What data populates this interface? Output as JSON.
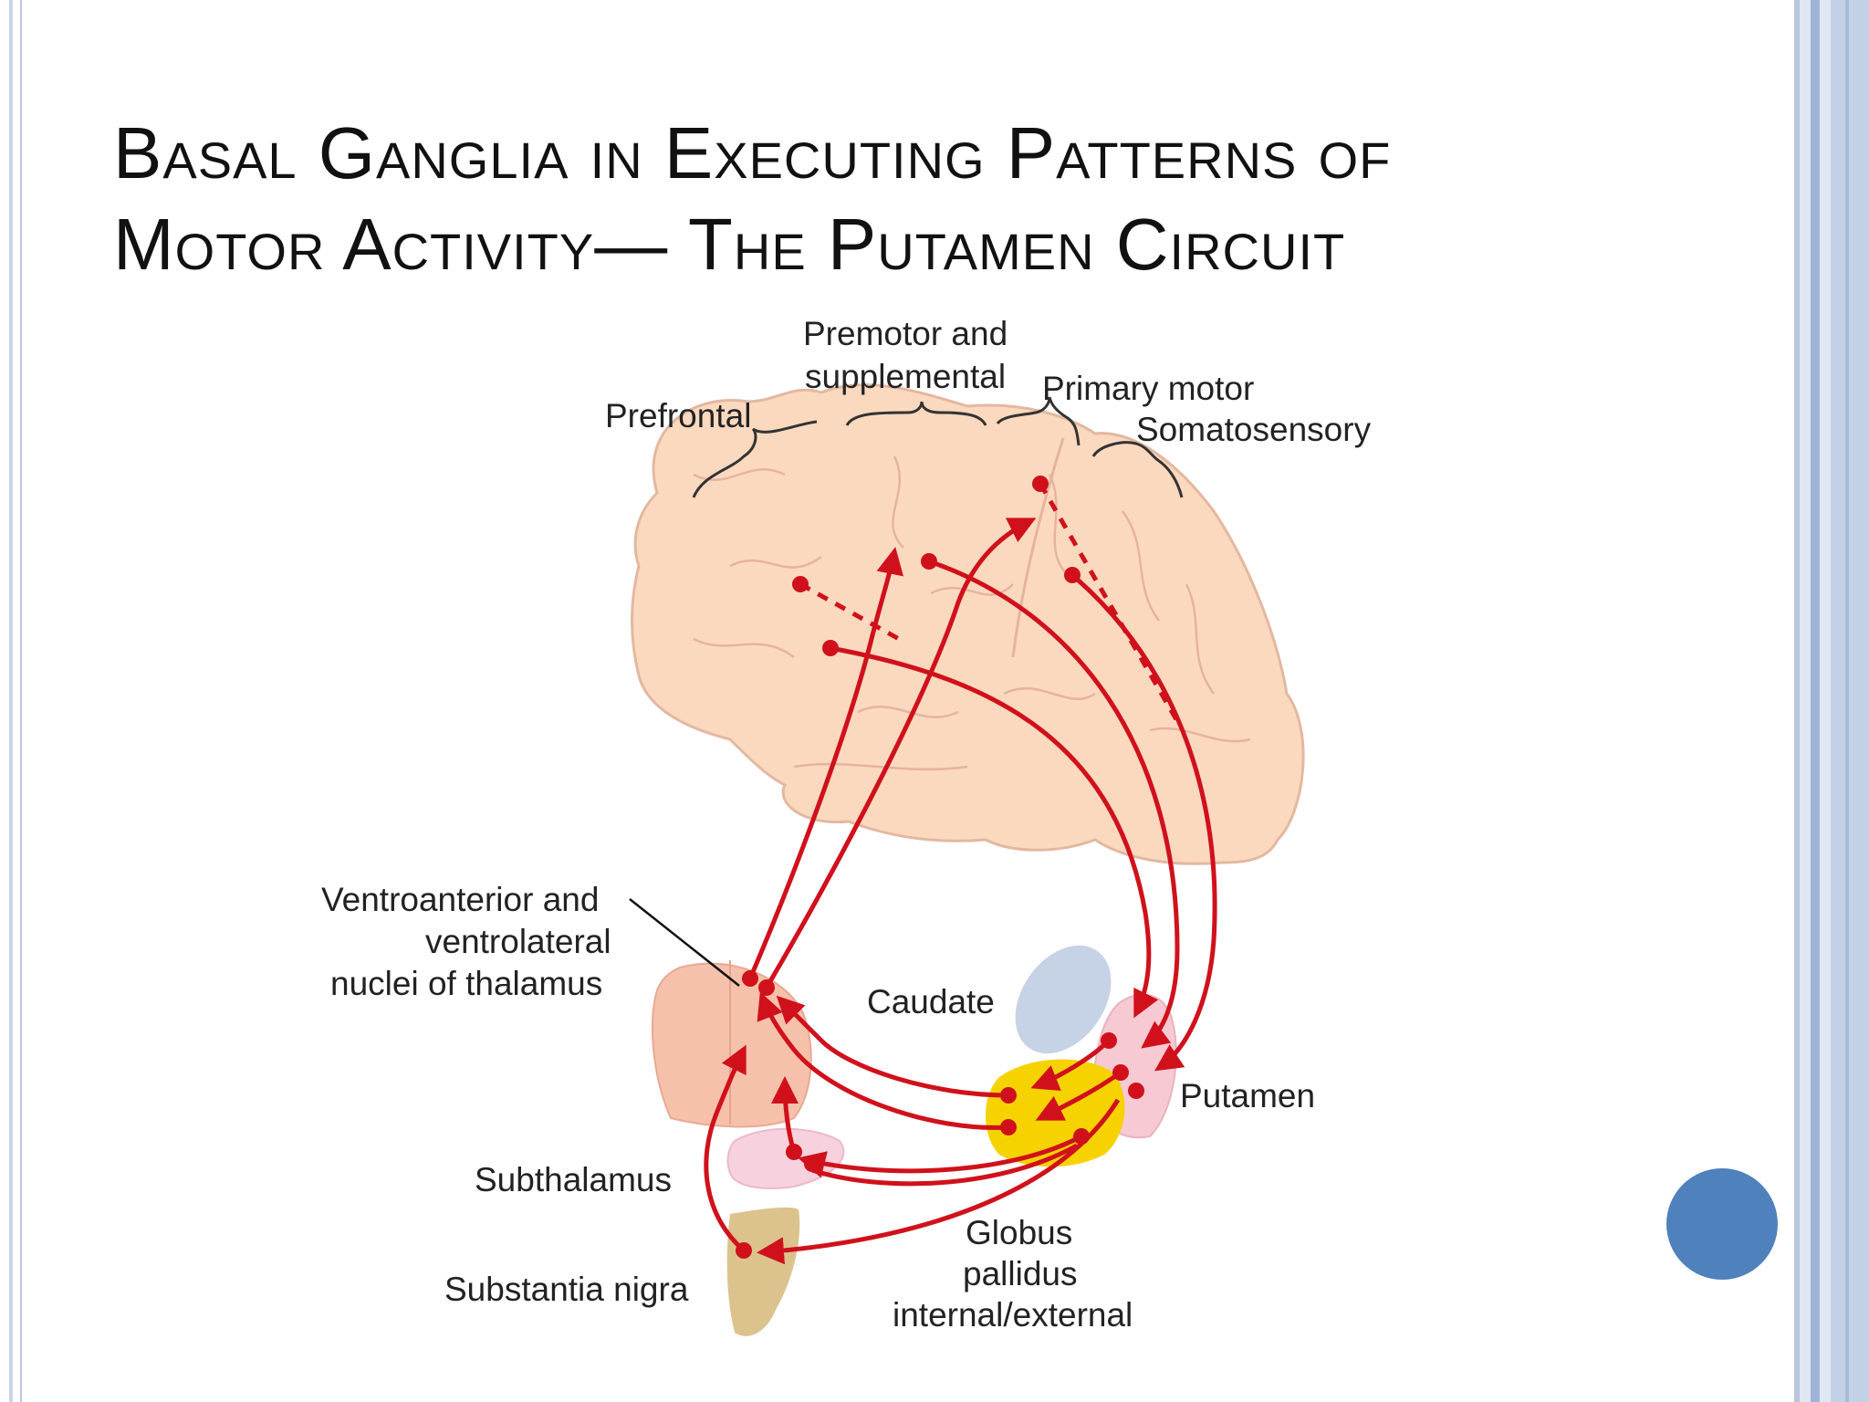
{
  "slide": {
    "title_line1": "Basal Ganglia in Executing Patterns of",
    "title_line2": "Motor Activity— The Putamen Circuit"
  },
  "diagram": {
    "labels": {
      "premotor_line1": "Premotor and",
      "premotor_line2": "supplemental",
      "primary_motor": "Primary motor",
      "somatosensory": "Somatosensory",
      "prefrontal": "Prefrontal",
      "thalamus_line1": "Ventroanterior and",
      "thalamus_line2": "ventrolateral",
      "thalamus_line3": "nuclei of thalamus",
      "caudate": "Caudate",
      "putamen": "Putamen",
      "subthalamus": "Subthalamus",
      "substantia_nigra": "Substantia nigra",
      "globus_line1": "Globus",
      "globus_line2": "pallidus",
      "globus_line3": "internal/external"
    },
    "colors": {
      "pathway": "#d0111c",
      "brain_fill": "#fbd9bf",
      "brain_outline": "#e3b8a0",
      "caudate": "#c6d2e6",
      "putamen": "#f6c9d3",
      "globus_pallidus": "#f6d200",
      "thalamus": "#f6c1ab",
      "subthalamus": "#f7d2de",
      "substantia_nigra": "#dcc38e",
      "slide_button": "#4f81bd"
    }
  }
}
